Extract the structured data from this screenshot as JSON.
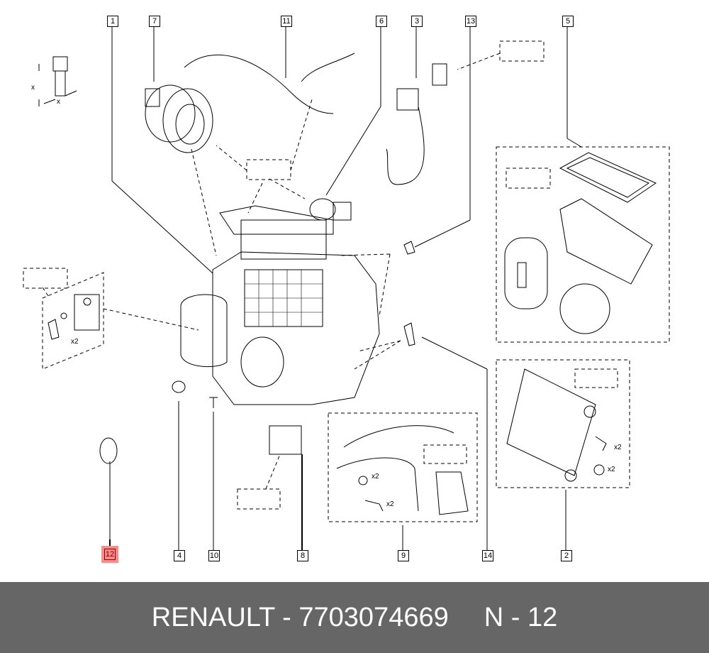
{
  "diagram": {
    "callouts": [
      "1",
      "7",
      "11",
      "6",
      "3",
      "13",
      "5",
      "12",
      "4",
      "10",
      "8",
      "9",
      "14",
      "2"
    ],
    "highlighted_callout": "12",
    "multiplier_labels": [
      "x2",
      "x2",
      "x2",
      "x2",
      "x2"
    ],
    "bolt_labels": [
      "x",
      "x"
    ],
    "highlight_color": "#ff8a8a"
  },
  "footer": {
    "part_text": "RENAULT - 7703074669",
    "ref_text": "N - 12",
    "background": "#666666"
  }
}
